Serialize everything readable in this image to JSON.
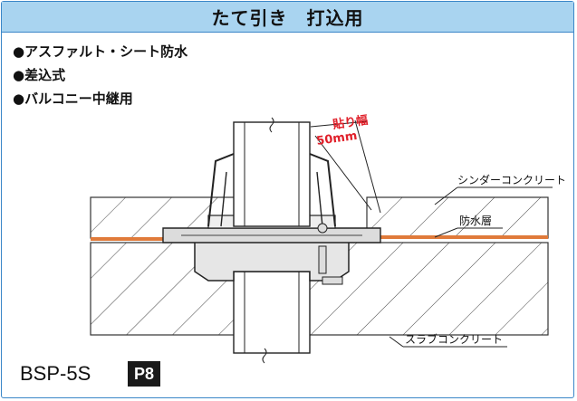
{
  "header": {
    "title": "たて引き　打込用"
  },
  "features": [
    "●アスファルト・シート防水",
    "●差込式",
    "●バルコニー中継用"
  ],
  "labels": {
    "width_title": "貼り幅",
    "width_value": "50mm",
    "cinder": "シンダーコンクリート",
    "waterproof": "防水層",
    "slab": "スラブコンクリート"
  },
  "product": {
    "model": "BSP-5S",
    "page_badge": "P8"
  },
  "colors": {
    "header_bg": "#a9d4f0",
    "frame": "#3a86c8",
    "membrane": "#e07a3a",
    "annotation_red": "#e0202a"
  }
}
